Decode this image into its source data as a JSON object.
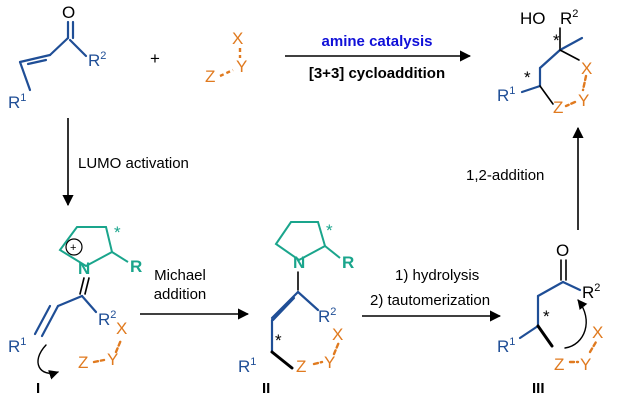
{
  "scheme": {
    "plus": "+",
    "conditions": {
      "catalyst": "amine catalysis",
      "reaction": "[3+3] cycloaddition"
    },
    "steps": {
      "lumo": "LUMO activation",
      "michael_1": "Michael",
      "michael_2": "addition",
      "hydrolysis": "1) hydrolysis",
      "tautomerization": "2) tautomerization",
      "addition": "1,2-addition"
    },
    "labels": {
      "I": "I",
      "II": "II",
      "III": "III"
    },
    "atoms": {
      "O": "O",
      "HO": "HO",
      "R": "R",
      "R1": "R",
      "R2": "R",
      "sup1": "1",
      "sup2": "2",
      "X": "X",
      "Y": "Y",
      "Z": "Z",
      "N": "N",
      "plus_charge": "+",
      "star": "*"
    },
    "colors": {
      "black": "#000000",
      "blue": "#1f4e96",
      "orange": "#e07a1f",
      "teal": "#1aa58c",
      "catalyst": "#1010d8"
    }
  }
}
